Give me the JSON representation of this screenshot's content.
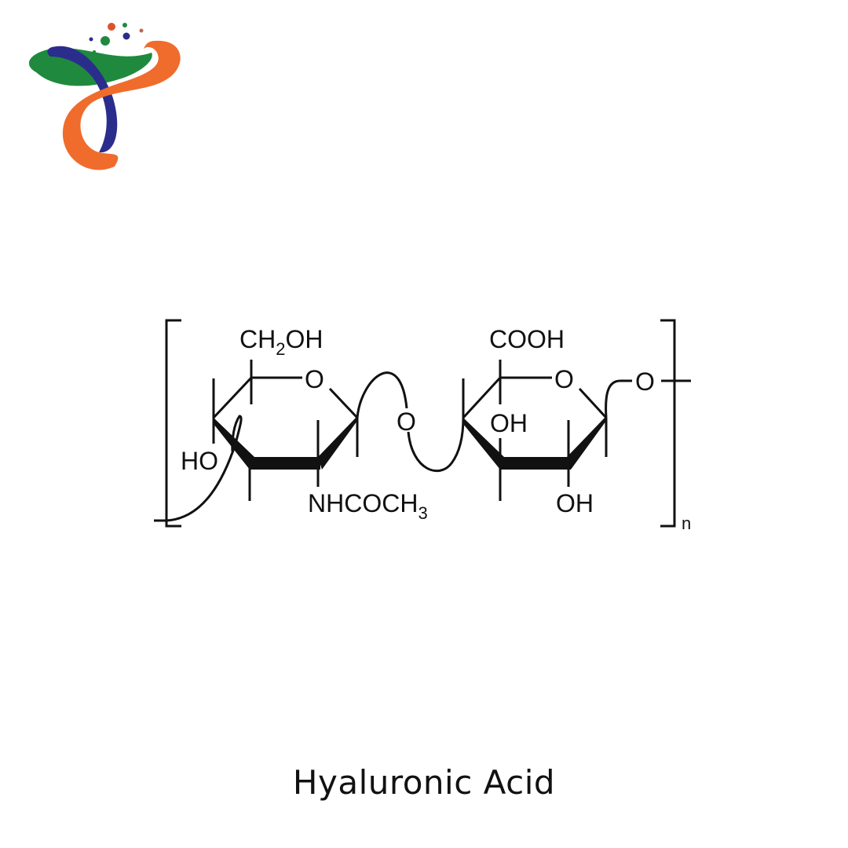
{
  "brand": {
    "logo_name": "brand-logo",
    "colors": {
      "green": "#1f8a3e",
      "navy": "#2b2d8c",
      "orange": "#ef6c2c",
      "dot_red": "#e0512a",
      "dot_brown": "#c0684a"
    }
  },
  "diagram": {
    "title": "Hyaluronic Acid",
    "labels": {
      "ch2oh_main": "CH",
      "ch2oh_sub": "2",
      "ch2oh_tail": "OH",
      "ring1_o": "O",
      "ho": "HO",
      "nhcoch3_main": "NHCOCH",
      "nhcoch3_sub": "3",
      "glyco_o": "O",
      "cooh": "COOH",
      "ring2_o": "O",
      "oh_upper": "OH",
      "oh_lower": "OH",
      "link_o": "O",
      "repeat_n": "n"
    }
  }
}
